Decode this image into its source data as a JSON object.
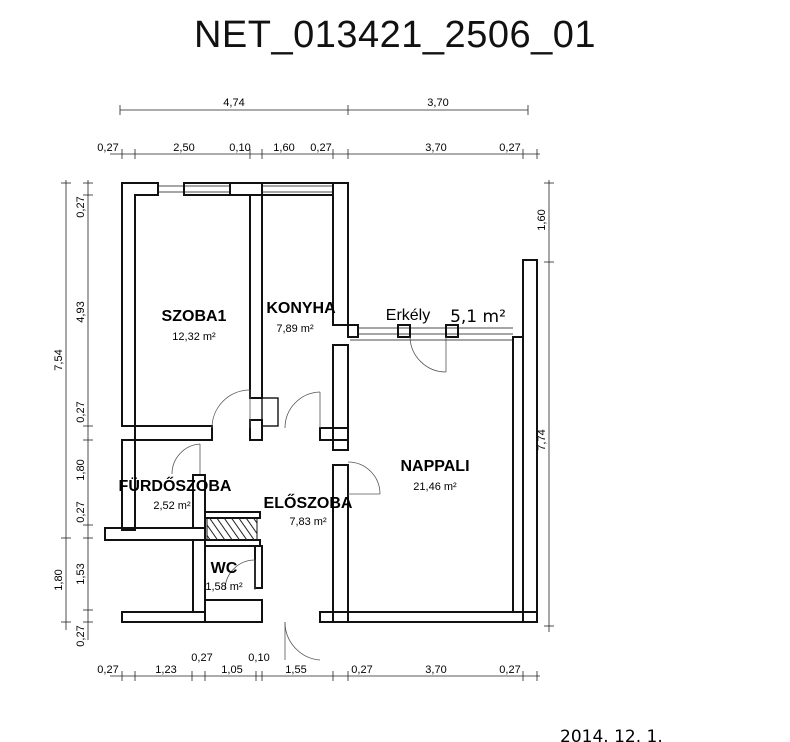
{
  "title": "NET_013421_2506_01",
  "rooms": [
    {
      "name": "SZOBA1",
      "area": "12,32 m²"
    },
    {
      "name": "KONYHA",
      "area": "7,89 m²"
    },
    {
      "name": "FÜRDŐSZOBA",
      "area": "2,52 m²"
    },
    {
      "name": "ELŐSZOBA",
      "area": "7,83 m²"
    },
    {
      "name": "WC",
      "area": "1,58 m²"
    },
    {
      "name": "NAPPALI",
      "area": "21,46 m²"
    }
  ],
  "balcony": {
    "label": "Erkély",
    "note": "5,1 m²"
  },
  "dims": {
    "top_overall": [
      "4,74",
      "3,70"
    ],
    "top_detail": [
      "0,27",
      "2,50",
      "0,10",
      "1,60",
      "0,27",
      "3,70",
      "0,27"
    ],
    "bottom_upper": [
      "0,27",
      "0,10"
    ],
    "bottom_detail": [
      "0,27",
      "1,23",
      "1,05",
      "1,55",
      "0,27",
      "3,70",
      "0,27"
    ],
    "left_overall": [
      "7,54",
      "1,80"
    ],
    "left_detail": [
      "0,27",
      "4,93",
      "0,27",
      "1,80",
      "0,27",
      "1,53",
      "0,27"
    ],
    "right": [
      "1,60",
      "7,74"
    ]
  },
  "signature": "2014. 12. 1."
}
